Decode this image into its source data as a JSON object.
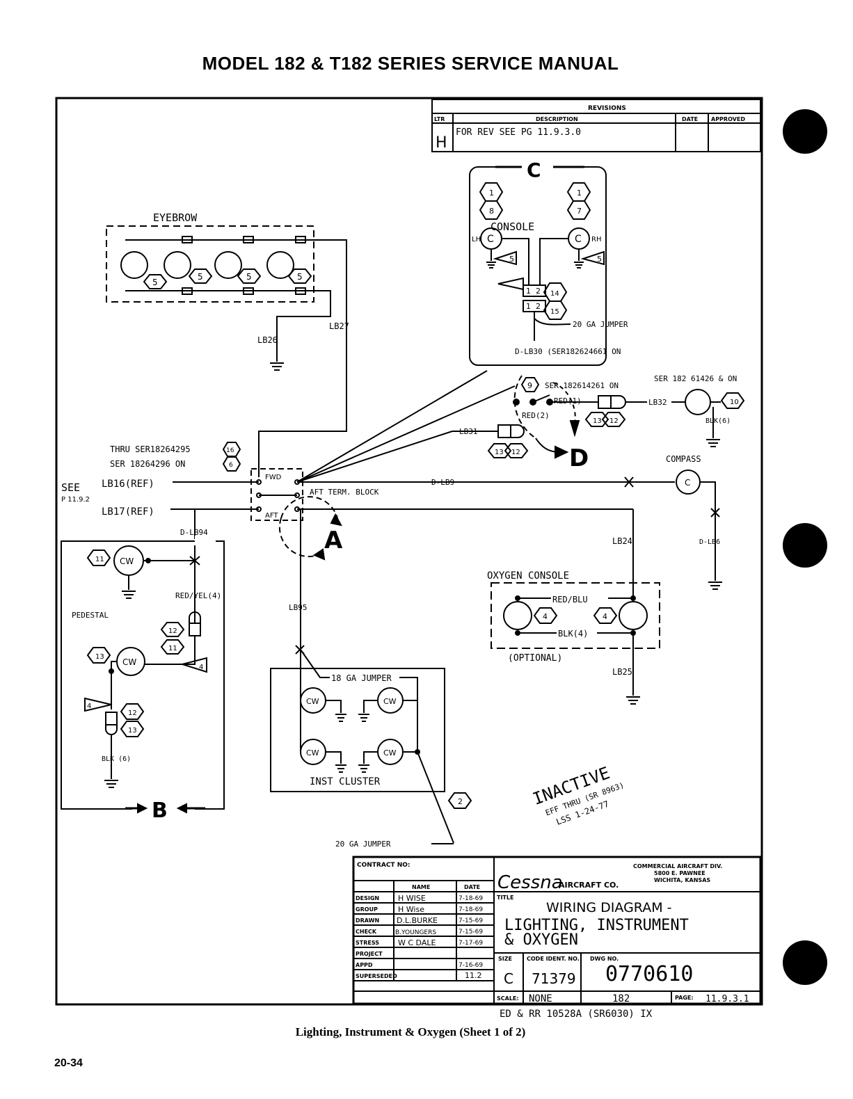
{
  "header": {
    "title": "MODEL 182 & T182 SERIES SERVICE MANUAL"
  },
  "caption": "Lighting, Instrument & Oxygen (Sheet 1 of 2)",
  "page_number": "20-34",
  "revisions": {
    "heading": "REVISIONS",
    "columns": [
      "LTR",
      "DESCRIPTION",
      "DATE",
      "APPROVED"
    ],
    "rows": [
      {
        "ltr": "H",
        "description": "FOR REV SEE PG 11.9.3.0",
        "date": "",
        "approved": ""
      }
    ]
  },
  "diagram": {
    "eyebrow": {
      "label": "EYEBROW",
      "note": "5"
    },
    "console": {
      "label": "CONSOLE",
      "lh": "LH",
      "rh": "RH",
      "lamp": "C",
      "notes": [
        "1",
        "8",
        "1",
        "7",
        "5",
        "5",
        "14",
        "15"
      ],
      "plug_pins": [
        "1",
        "2",
        "1",
        "2"
      ],
      "jumper": "20 GA JUMPER",
      "wire": "D-LB30 (SER182624661 ON"
    },
    "connector_c": "C",
    "connector_d": "D",
    "connector_a": "A",
    "connector_b": "B",
    "pedestal": {
      "label": "PEDESTAL",
      "cw": "CW",
      "wire_top": "D-LB94",
      "red_yel": "RED/YEL(4)",
      "blk": "BLK (6)",
      "notes": [
        "11",
        "13",
        "12",
        "11",
        "12",
        "13",
        "4",
        "4"
      ]
    },
    "term_block": {
      "label": "AFT TERM. BLOCK",
      "fwd": "FWD",
      "aft": "AFT"
    },
    "refs": {
      "see": "SEE",
      "page": "P 11.9.2",
      "lb16": "LB16(REF)",
      "lb17": "LB17(REF)",
      "thru": "THRU SER18264295",
      "ser_on": "SER 18264296 ON",
      "note_16": "16",
      "note_6": "6"
    },
    "wires": {
      "lb26": "LB26",
      "lb27": "LB27",
      "lb31": "LB31",
      "lb32": "LB32",
      "d_lb9": "D-LB9",
      "lb24": "LB24",
      "d_lb6": "D-LB6",
      "lb95": "LB95",
      "lb25": "LB25"
    },
    "upper_right": {
      "ser1": "SER 182614261 ON",
      "ser2": "SER 182 61426 & ON",
      "red1": "RED(1)",
      "red2": "RED(2)",
      "blk6": "BLK(6)",
      "notes": [
        "9",
        "13",
        "12",
        "13",
        "12",
        "10"
      ]
    },
    "compass": {
      "label": "COMPASS",
      "lamp": "C"
    },
    "oxygen": {
      "label": "OXYGEN CONSOLE",
      "red_blu": "RED/BLU",
      "blk4": "BLK(4)",
      "optional": "(OPTIONAL)",
      "note": "4"
    },
    "inst_cluster": {
      "label": "INST CLUSTER",
      "jumper18": "18 GA JUMPER",
      "cw": "CW",
      "jumper20": "20 GA JUMPER",
      "note": "2"
    },
    "stamp": {
      "line1": "INACTIVE",
      "line2": "EFF THRU (SR 8963)",
      "line3": "LSS 1-24-77"
    }
  },
  "title_block": {
    "contract": "CONTRACT NO:",
    "col_name": "NAME",
    "col_date": "DATE",
    "rows": [
      {
        "role": "DESIGN",
        "name": "H WISE",
        "date": "7-18-69"
      },
      {
        "role": "GROUP",
        "name": "H Wise",
        "date": "7-18-69"
      },
      {
        "role": "DRAWN",
        "name": "D.L.BURKE",
        "date": "7-15-69"
      },
      {
        "role": "CHECK",
        "name": "B.YOUNGERS",
        "date": "7-15-69"
      },
      {
        "role": "STRESS",
        "name": "W C DALE",
        "date": "7-17-69"
      },
      {
        "role": "PROJECT",
        "name": "",
        "date": ""
      },
      {
        "role": "APPD",
        "name": "",
        "date": "7-16-69"
      },
      {
        "role": "SUPERSEDED",
        "name": "",
        "date": "11.2"
      }
    ],
    "company": "Cessna",
    "company_suffix": "AIRCRAFT CO.",
    "division": [
      "COMMERCIAL AIRCRAFT DIV.",
      "5800 E. PAWNEE",
      "WICHITA, KANSAS"
    ],
    "title_label": "TITLE",
    "title_lines": [
      "WIRING DIAGRAM -",
      "LIGHTING, INSTRUMENT",
      "& OXYGEN"
    ],
    "size_label": "SIZE",
    "size": "C",
    "code_label": "CODE IDENT. NO.",
    "code": "71379",
    "dwg_label": "DWG NO.",
    "dwg": "0770610",
    "scale_label": "SCALE:",
    "scale": "NONE",
    "model": "182",
    "page_label": "PAGE:",
    "page": "11.9.3.1",
    "footer_note": "ED & RR 10528A (SR6030) IX"
  }
}
